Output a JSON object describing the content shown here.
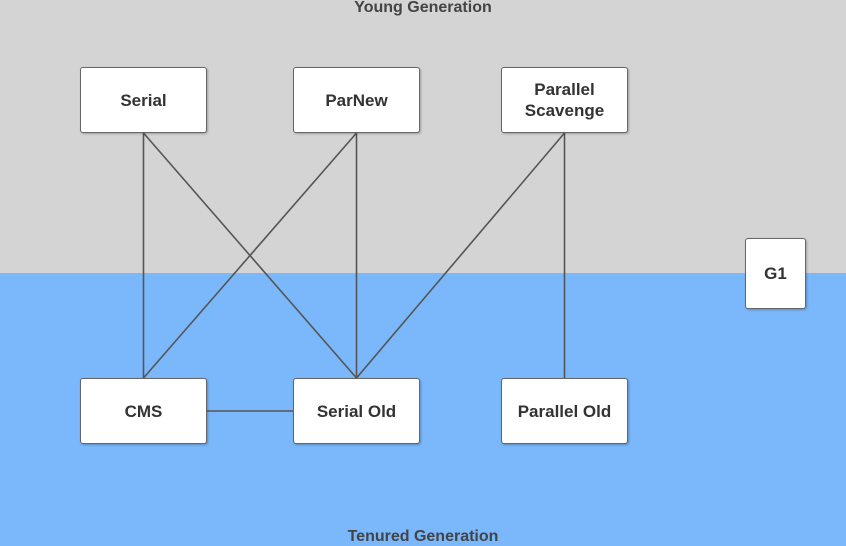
{
  "colors": {
    "young_bg": "#d4d4d4",
    "tenured_bg": "#7ab8fb",
    "node_fill": "#ffffff",
    "line": "#555555"
  },
  "regions": {
    "young_title": "Young Generation",
    "tenured_title": "Tenured Generation"
  },
  "nodes": {
    "serial": "Serial",
    "parnew": "ParNew",
    "parallel_scavenge": "Parallel\nScavenge",
    "g1": "G1",
    "cms": "CMS",
    "serial_old": "Serial Old",
    "parallel_old": "Parallel Old"
  },
  "edges": [
    [
      "serial",
      "cms"
    ],
    [
      "serial",
      "serial_old"
    ],
    [
      "parnew",
      "cms"
    ],
    [
      "parnew",
      "serial_old"
    ],
    [
      "parallel_scavenge",
      "serial_old"
    ],
    [
      "parallel_scavenge",
      "parallel_old"
    ],
    [
      "cms",
      "serial_old"
    ]
  ]
}
